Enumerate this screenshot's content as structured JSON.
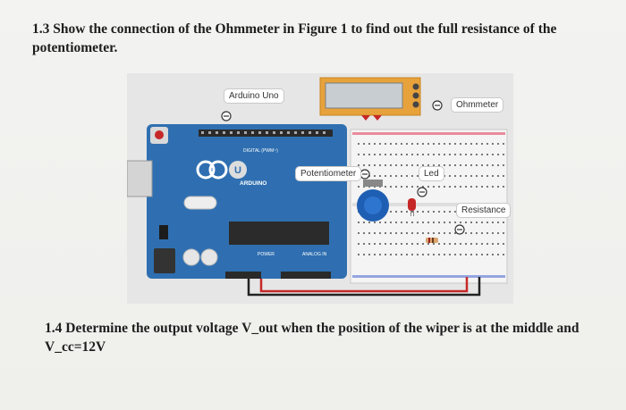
{
  "question_1_3": "1.3 Show the connection of the Ohmmeter in Figure 1 to find out the full resistance of the potentiometer.",
  "question_1_4": "1.4 Determine the output voltage V_out when the position of the wiper is at the middle and V_cc=12V",
  "figure": {
    "labels": {
      "arduino": "Arduino Uno",
      "ohmmeter": "Ohmmeter",
      "potentiometer": "Potentiometer",
      "led": "Led",
      "resistance": "Resistance"
    },
    "board_text": {
      "digital": "DIGITAL (PWM~)",
      "brand": "ARDUINO",
      "power": "POWER",
      "analog": "ANALOG IN"
    }
  }
}
